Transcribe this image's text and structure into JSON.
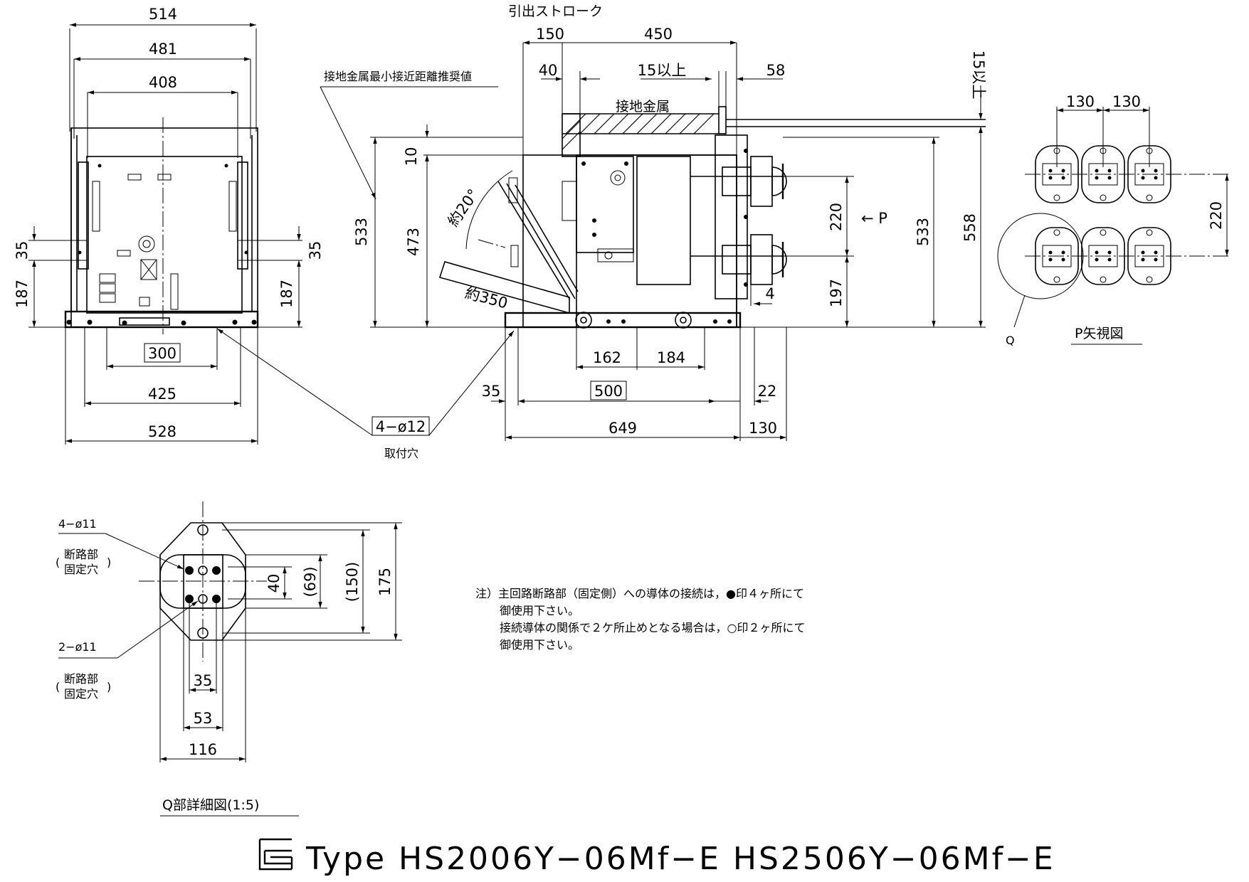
{
  "front_view": {
    "dims": {
      "w514": "514",
      "w481": "481",
      "w408": "408",
      "h35l": "35",
      "h35r": "35",
      "h187l": "187",
      "h187r": "187",
      "w300": "300",
      "w425": "425",
      "w528": "528"
    }
  },
  "side_view": {
    "stroke_label": "引出ストローク",
    "clearance_label": "接地金属最小接近距離推奨値",
    "ground_metal_label": "接地金属",
    "mount_hole_box": "4−ø12",
    "mount_hole_label": "取付穴",
    "dims": {
      "d150": "150",
      "d450": "450",
      "d40": "40",
      "d15": "15以上",
      "d58": "58",
      "d15v": "15以上",
      "d10": "10",
      "d533l": "533",
      "d473": "473",
      "angle": "約20°",
      "radius": "約350",
      "d220": "220",
      "p_arrow": "← P",
      "d533r": "533",
      "d558": "558",
      "d197": "197",
      "d4": "4",
      "d162": "162",
      "d184": "184",
      "d35": "35",
      "d500": "500",
      "d22": "22",
      "d649": "649",
      "d130": "130"
    }
  },
  "p_view": {
    "caption": "P矢視図",
    "q_label": "Q",
    "dims": {
      "d130a": "130",
      "d130b": "130",
      "d220": "220"
    }
  },
  "q_detail": {
    "caption": "Q部詳細図(1:5)",
    "hole4_label": "4−ø11",
    "hole2_label": "2−ø11",
    "hole_desc_1": "断路部",
    "hole_desc_2": "固定穴",
    "dims": {
      "d40": "40",
      "d69": "(69)",
      "d150": "(150)",
      "d175": "175",
      "d35": "35",
      "d53": "53",
      "d116": "116"
    }
  },
  "note": {
    "line1": "注）主回路断路部（固定側）への導体の接続は，●印４ヶ所にて",
    "line2": "御使用下さい。",
    "line3": "接続導体の関係で２ケ所止めとなる場合は，○印２ヶ所にて",
    "line4": "御使用下さい。"
  },
  "title": {
    "logo_icon": "company-logo-icon",
    "text": "Type HS2006Y−06Mf−E HS2506Y−06Mf−E"
  }
}
